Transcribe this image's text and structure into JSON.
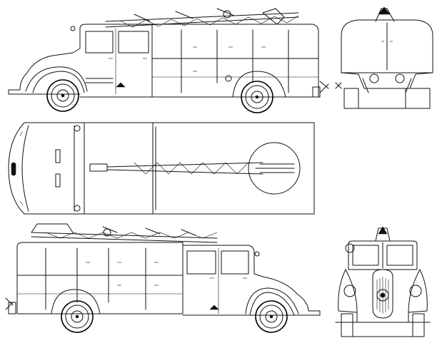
{
  "drawing": {
    "subject": "",
    "views": [
      "side-left",
      "rear",
      "top",
      "side-right",
      "front"
    ],
    "line_color": "#111111",
    "background": "#ffffff"
  }
}
